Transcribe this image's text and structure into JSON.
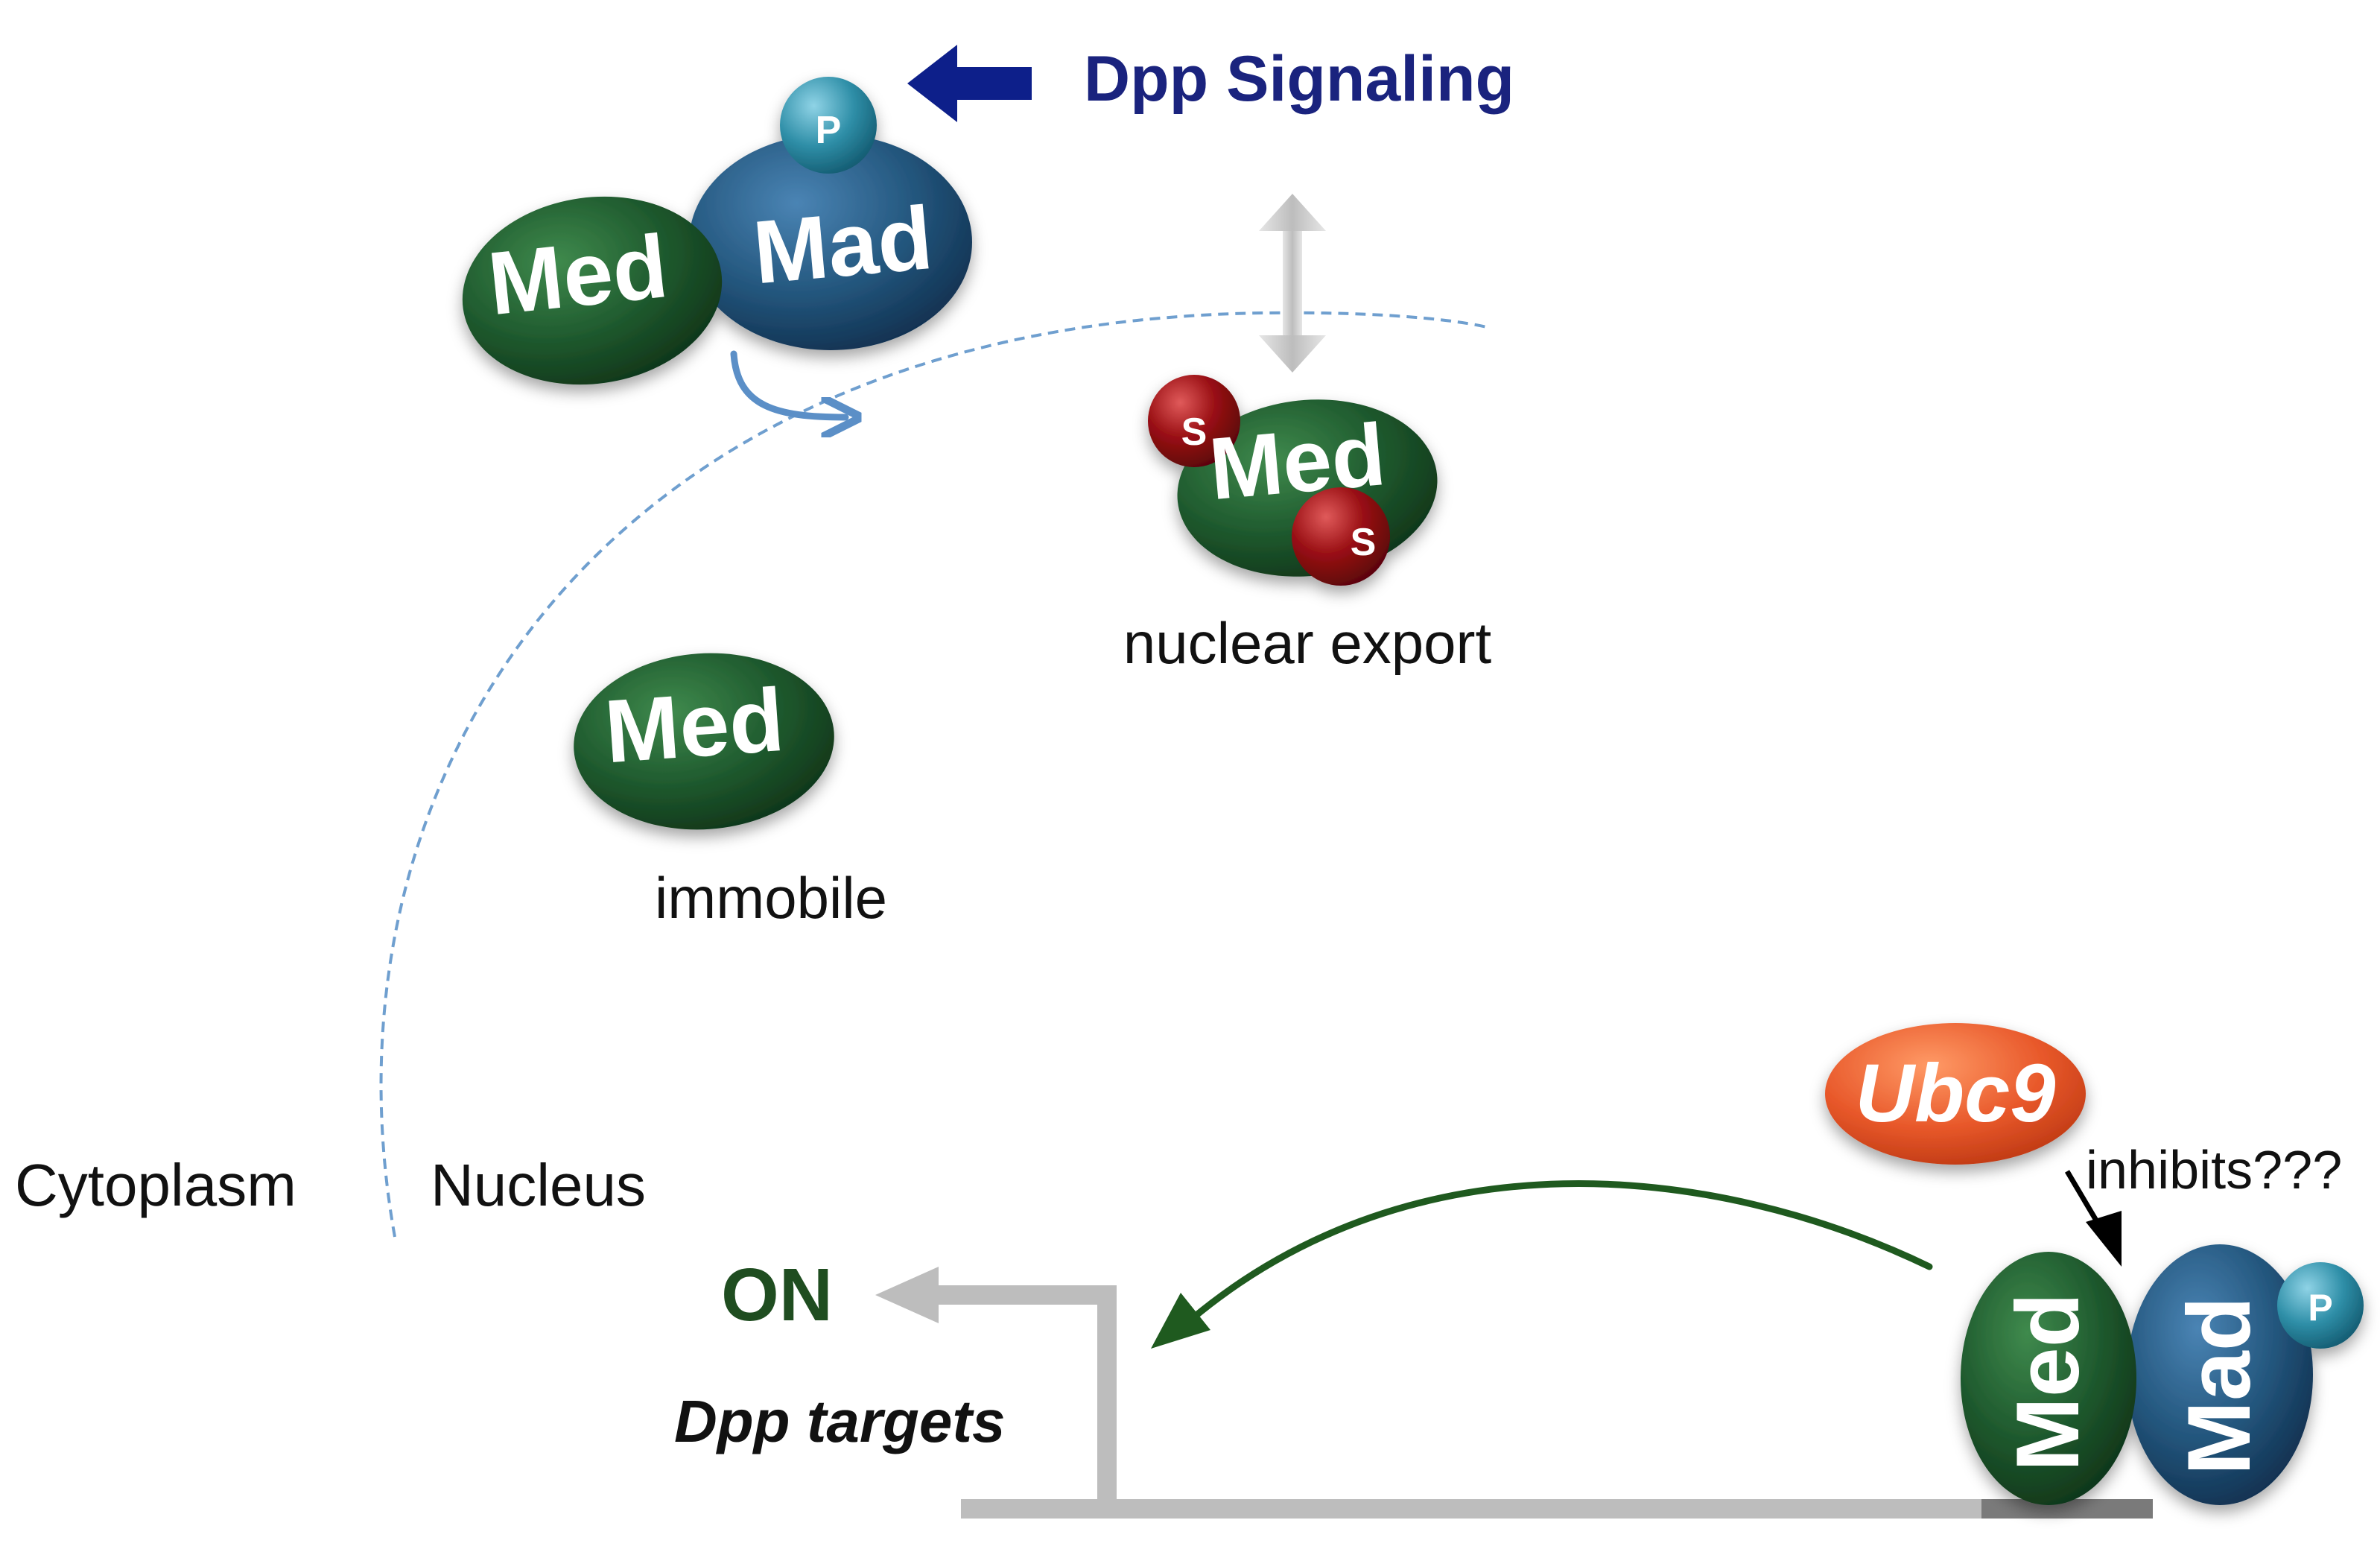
{
  "title": "Dpp Signaling",
  "labels": {
    "nuclear_export": "nuclear export",
    "immobile": "immobile",
    "cytoplasm": "Cytoplasm",
    "nucleus": "Nucleus",
    "on": "ON",
    "dpp_targets": "Dpp targets",
    "inhibits": "inhibits???"
  },
  "proteins": {
    "med": "Med",
    "mad": "Mad",
    "ubc9": "Ubc9",
    "phospho": "P",
    "sumo": "S"
  },
  "colors": {
    "med_green": "#1f5a2e",
    "mad_blue": "#24577e",
    "phospho_teal": "#2f8fa8",
    "sumo_red": "#9a1014",
    "ubc9_orange": "#e8582a",
    "title_navy": "#1a237e",
    "on_green": "#1f4d20",
    "membrane_blue": "#6f9fcf",
    "arrow_gray": "#bdbdbd",
    "green_arrow": "#1f5a1f"
  }
}
